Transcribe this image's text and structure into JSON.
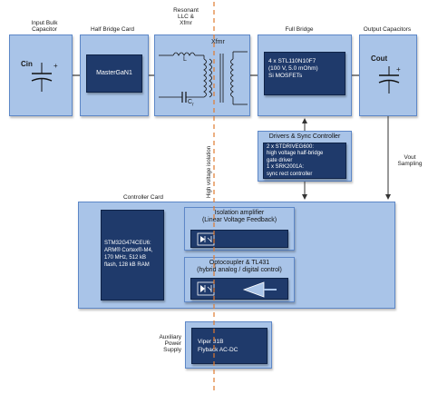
{
  "labels": {
    "input_bulk": [
      "Input Bulk",
      "Capacitor"
    ],
    "half_bridge": "Half Bridge Card",
    "resonant": [
      "Resonant",
      "LLC &",
      "Xfmr"
    ],
    "full_bridge": "Full Bridge",
    "output_caps": "Output Capacitors",
    "controller": "Controller Card",
    "vout": [
      "Vout",
      "Sampling"
    ],
    "aux": [
      "Auxiliary",
      "Power",
      "Supply"
    ],
    "isolation_rotated": "High voltage isolation"
  },
  "blocks": {
    "cin": "Cin",
    "cin_plus": "+",
    "mastergan": "MasterGaN1",
    "xfmr": "Xfmr",
    "L": "L",
    "Cr": "C",
    "cr_sub": "r",
    "full_bridge_text": [
      "4 x STL110N10F7",
      "(100 V, 5.0 mOhm)",
      "Si MOSFETs"
    ],
    "cout": "Cout",
    "cout_plus": "+",
    "drivers_title": "Drivers & Sync Controller",
    "drivers_text": [
      "2 x STDRIVEG600:",
      "high voltage half-bridge",
      "gate driver",
      "1 x SRK2001A:",
      "sync rect controller"
    ],
    "mcu_text": [
      "STM32G474CEU6:",
      "ARM® Cortex®-M4,",
      "170 MHz, 512 kB",
      "flash, 128 kB RAM"
    ],
    "iso_amp_title": [
      "Isolation amplifier",
      "(Linear Voltage Feedback)"
    ],
    "opto_title": [
      "Optocoupler & TL431",
      "(hybrid analog / digital control)"
    ],
    "viper_text": [
      "Viper 31B",
      "Flyback AC-DC"
    ]
  },
  "colors": {
    "light_block": "#a9c4e8",
    "dark_block": "#1f3a6b",
    "border": "#5d87c7",
    "isolation_line": "#e07a2e"
  }
}
